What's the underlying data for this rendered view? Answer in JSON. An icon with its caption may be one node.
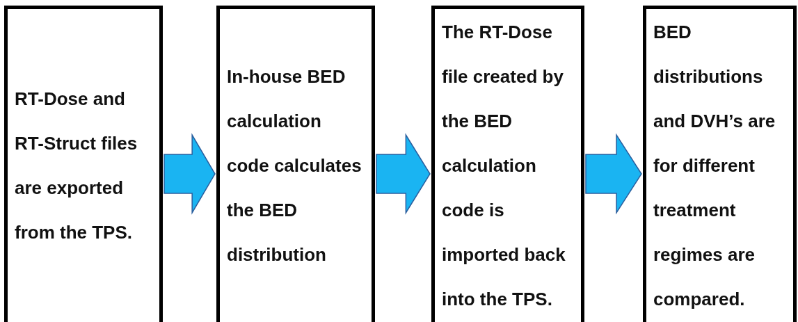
{
  "diagram": {
    "nodes": [
      {
        "text": [
          "RT-Dose and RT-Struct files are exported from the TPS."
        ]
      },
      {
        "text": [
          "In-house BED calculation code calculates the BED distribution"
        ]
      },
      {
        "text": [
          "The RT-Dose file created by the BED calculation code is imported back into the TPS."
        ]
      },
      {
        "text": [
          "BED distributions and DVH’s are for different treatment regimes are compared."
        ]
      }
    ],
    "edges": [
      {
        "from": 0,
        "to": 1,
        "arrow": "to"
      },
      {
        "from": 1,
        "to": 2,
        "arrow": "to"
      },
      {
        "from": 2,
        "to": 3,
        "arrow": "to"
      }
    ]
  }
}
